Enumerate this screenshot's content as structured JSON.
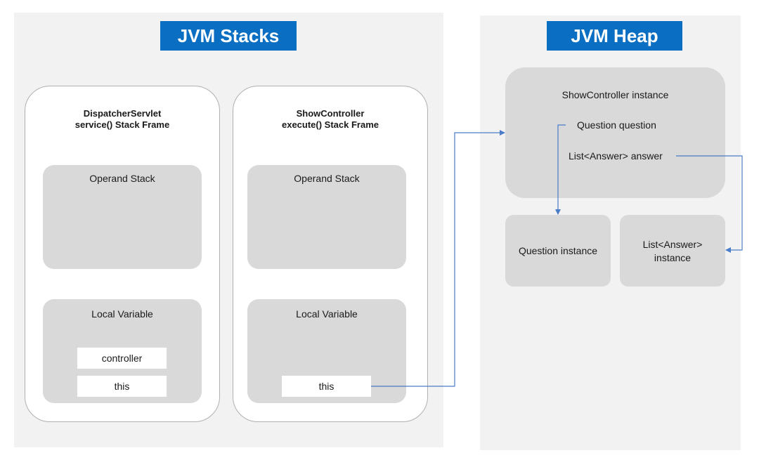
{
  "stacks": {
    "title": "JVM Stacks",
    "frames": [
      {
        "title_line1": "DispatcherServlet",
        "title_line2": "service() Stack Frame",
        "operand_label": "Operand Stack",
        "local_label": "Local Variable",
        "variables": [
          "controller",
          "this"
        ]
      },
      {
        "title_line1": "ShowController",
        "title_line2": "execute() Stack Frame",
        "operand_label": "Operand Stack",
        "local_label": "Local Variable",
        "variables": [
          "this"
        ]
      }
    ]
  },
  "heap": {
    "title": "JVM Heap",
    "show_controller": {
      "label": "ShowController instance",
      "field_question": "Question question",
      "field_answer": "List<Answer> answer"
    },
    "question_instance": "Question instance",
    "answer_instance_line1": "List<Answer>",
    "answer_instance_line2": "instance"
  },
  "colors": {
    "title_background": "#0a6fc2",
    "connector": "#4a7cc7"
  }
}
